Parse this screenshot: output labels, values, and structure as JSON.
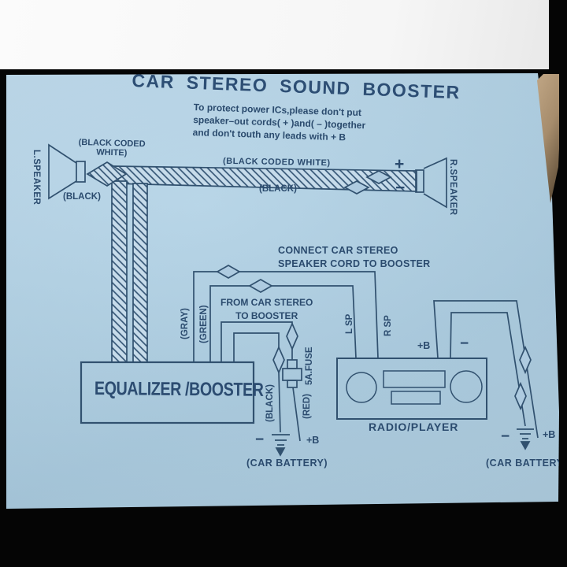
{
  "colors": {
    "panel_blue": "#aecde2",
    "ink": "#2b4b6e",
    "background_black": "#050505",
    "paper_white": "#fbfbfb",
    "cardboard_tan": "#a68c6c"
  },
  "header": {
    "title": "CAR STEREO SOUND BOOSTER",
    "warning_line1": "To  protect power  ICs,please don't put",
    "warning_line2": "speaker–out cords( + )and( – )together",
    "warning_line3": "and don't touth  any leads with  + B"
  },
  "left_speaker": {
    "label": "L.SPEAKER",
    "wire_top_label": "(BLACK CODED WHITE)",
    "wire_bottom_label": "(BLACK)"
  },
  "top_wire": {
    "label_top": "(BLACK CODED WHITE)",
    "label_bottom": "(BLACK)",
    "plus": "+",
    "minus": "−"
  },
  "right_speaker": {
    "label": "R.SPEAKER"
  },
  "booster_cords": {
    "heading_line1": "CONNECT CAR STEREO",
    "heading_line2": "SPEAKER CORD TO BOOSTER",
    "gray_label": "(GRAY)",
    "green_label": "(GREEN)",
    "l_sp_label": "L SP",
    "r_sp_label": "R SP"
  },
  "power": {
    "heading_line1": "FROM CAR STEREO",
    "heading_line2": "TO BOOSTER",
    "black_label": "(BLACK)",
    "red_label": "(RED)",
    "fuse_label": "5A.FUSE",
    "minus": "−",
    "plus_b": "+B",
    "battery_label": "(CAR BATTERY)"
  },
  "equalizer": {
    "label": "EQUALIZER /BOOSTER"
  },
  "radio": {
    "label": "RADIO/PLAYER",
    "plus_b": "+B",
    "minus": "−"
  },
  "battery2": {
    "minus": "−",
    "plus_b": "+B",
    "label": "(CAR BATTERY"
  }
}
